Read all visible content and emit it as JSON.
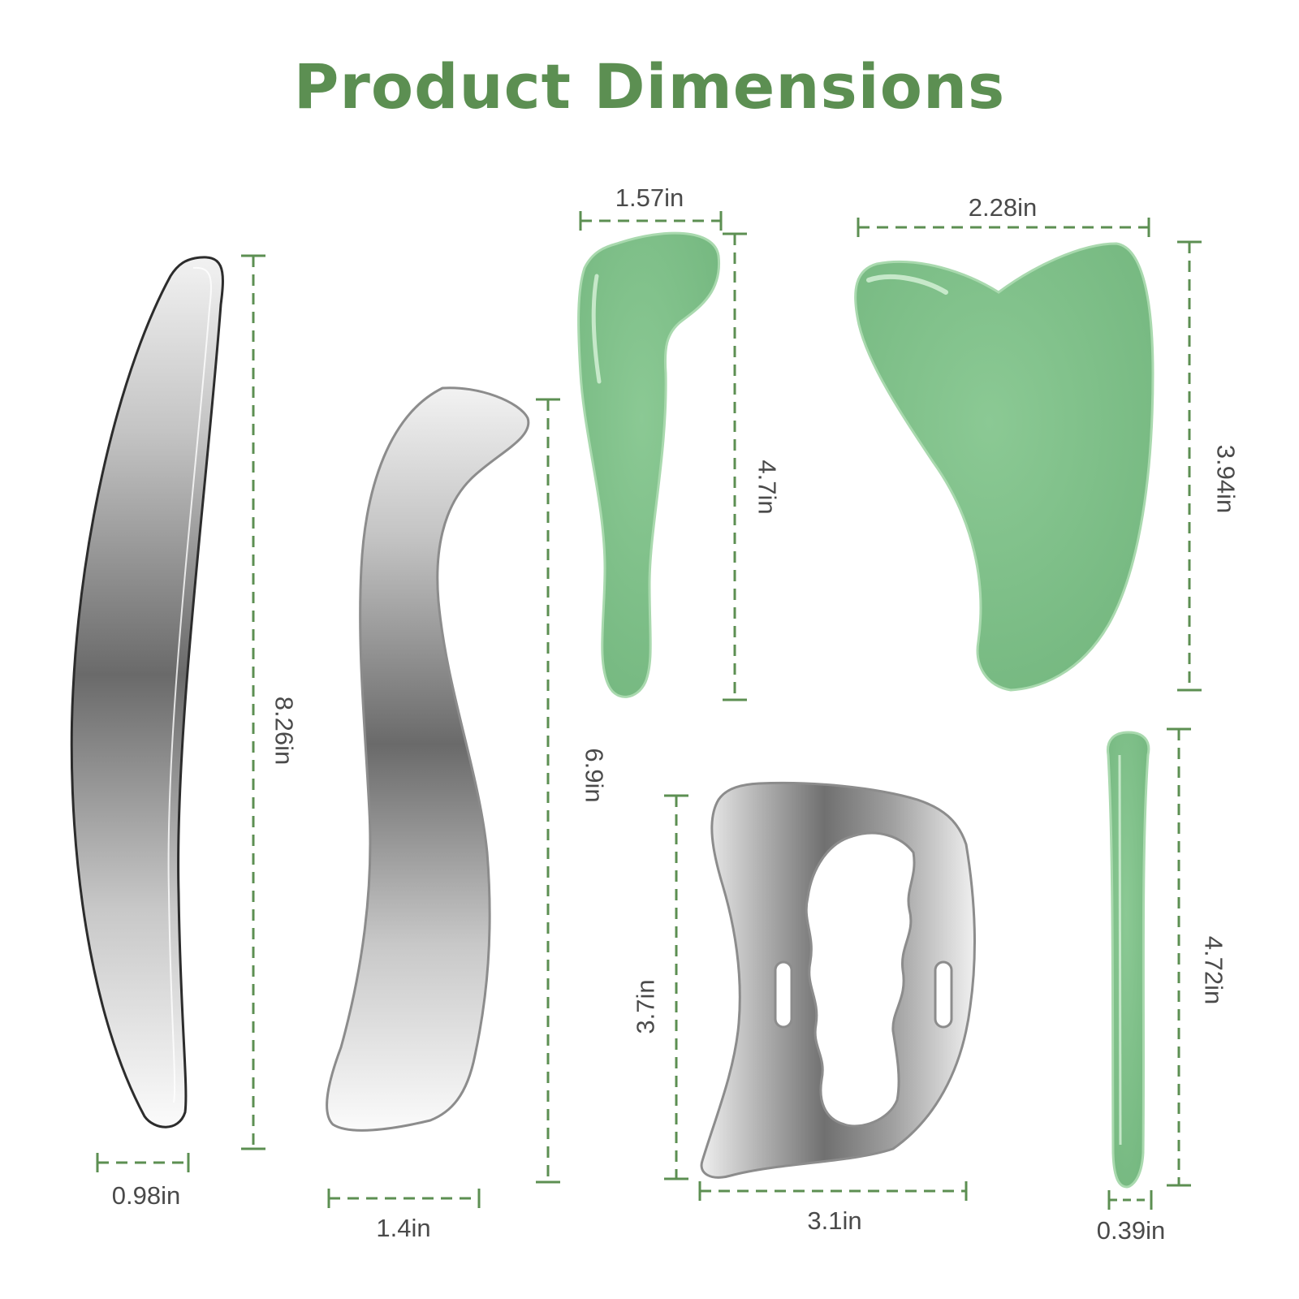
{
  "title": "Product Dimensions",
  "colors": {
    "title": "#5c8f52",
    "dashes": "#5c8f52",
    "jade": "#7fbf88",
    "steel": "#9a9a9a"
  },
  "labels": {
    "tool1_length": "8.26in",
    "tool1_width": "0.98in",
    "tool2_length": "6.9in",
    "tool2_width": "1.4in",
    "tool3_width": "1.57in",
    "tool3_length": "4.7in",
    "tool4_width": "2.28in",
    "tool4_length": "3.94in",
    "tool5_height": "3.7in",
    "tool5_width": "3.1in",
    "tool6_length": "4.72in",
    "tool6_width": "0.39in"
  }
}
